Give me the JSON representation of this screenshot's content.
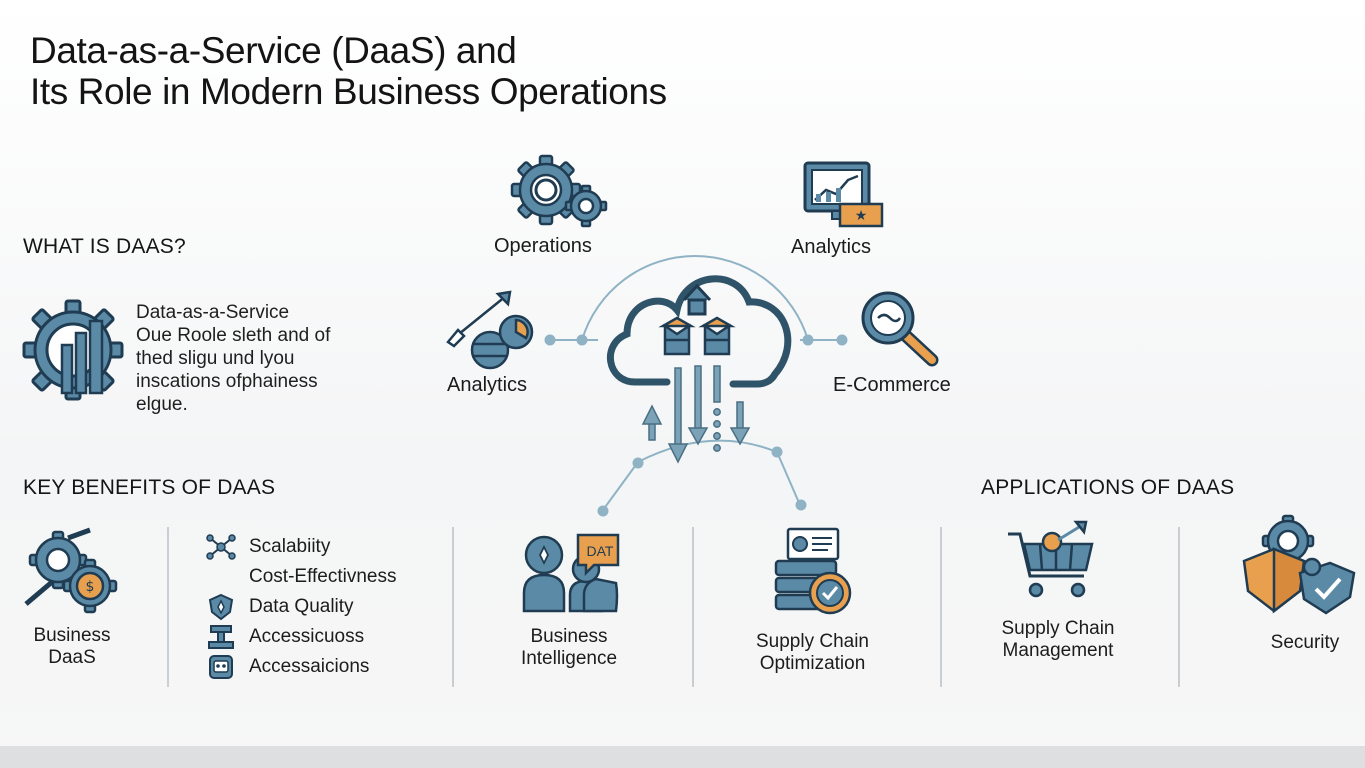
{
  "title": {
    "line1": "Data-as-a-Service (DaaS) and",
    "line2": "Its Role in Modern Business Operations"
  },
  "what_is": {
    "heading": "WHAT IS DAAS?",
    "description": [
      "Data-as-a-Service",
      "Oue Roole sleth and of",
      "thed sligu und lyou",
      "inscations ofphainess",
      "elgue."
    ],
    "icon": "gear-chart-icon"
  },
  "hub": {
    "icon": "cloud-database-icon",
    "nodes": {
      "operations": "Operations",
      "analytics_top": "Analytics",
      "analytics_left": "Analytics",
      "ecommerce": "E-Commerce"
    }
  },
  "key_benefits": {
    "heading": "KEY BENEFITS OF DAAS",
    "business_daas": [
      "Business",
      "DaaS"
    ],
    "items": [
      {
        "label": "Scalabiity",
        "icon": "network-icon"
      },
      {
        "label": "Cost-Effectivness",
        "icon": ""
      },
      {
        "label": "Data Quality",
        "icon": "shield-icon"
      },
      {
        "label": "Accessicuoss",
        "icon": "tool-icon"
      },
      {
        "label": "Accessaicions",
        "icon": "robot-icon"
      }
    ]
  },
  "use_cases": {
    "business_intelligence": {
      "label": [
        "Business",
        "Intelligence"
      ],
      "badge": "DAT"
    },
    "supply_chain_optimization": {
      "label": [
        "Supply Chain",
        "Optimization"
      ]
    }
  },
  "applications": {
    "heading": "APPLICATIONS OF DAAS",
    "supply_chain_management": [
      "Supply Chain",
      "Management"
    ],
    "security": "Security"
  },
  "colors": {
    "steel_blue": "#5b8aa6",
    "dark_blue": "#1f3c52",
    "orange": "#e8a04f",
    "connector": "#8fb3c4"
  }
}
